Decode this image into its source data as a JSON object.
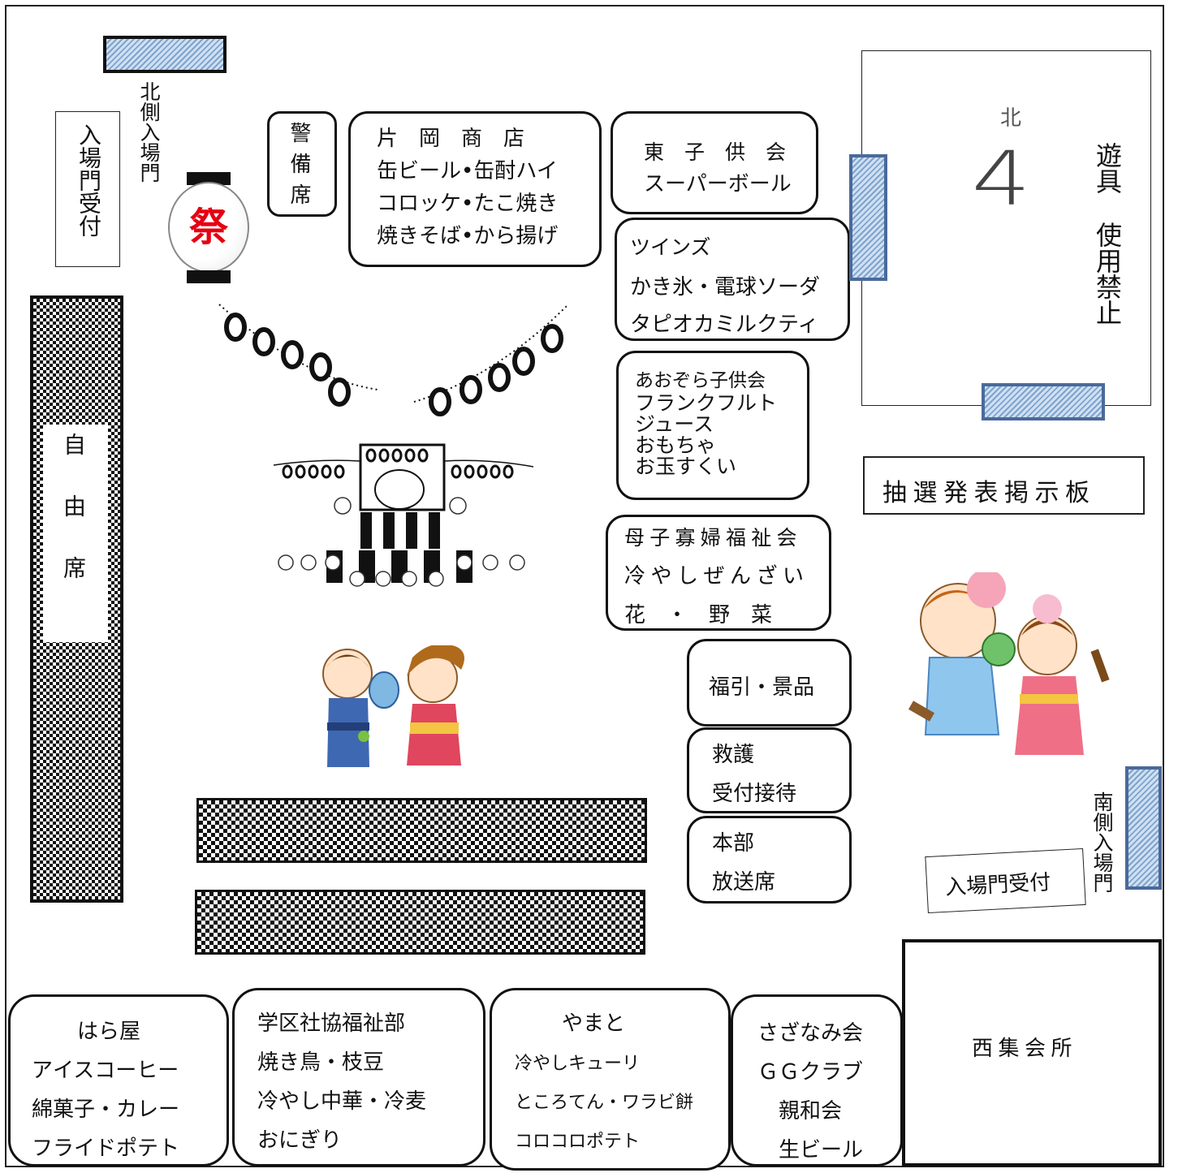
{
  "north_gate": {
    "label": "北側入場門"
  },
  "north_reception": {
    "label": "入場門受付"
  },
  "lantern": {
    "label": "祭"
  },
  "free_seats": {
    "label": "自由席"
  },
  "security": {
    "label": "警備席"
  },
  "booths": {
    "kataoka": {
      "name": "片　岡　商　店",
      "items": [
        "缶ビール•缶酎ハイ",
        "コロッケ•たこ焼き",
        "焼きそば•から揚げ"
      ]
    },
    "higashi": {
      "name": "東　子　供　会",
      "items": [
        "スーパーボール"
      ]
    },
    "twins": {
      "name": "ツインズ",
      "items": [
        "かき氷・電球ソーダ",
        "タピオカミルクティ"
      ]
    },
    "aozora": {
      "name": "あおぞら子供会",
      "items": [
        "フランクフルト",
        "ジュース",
        "おもちゃ",
        "お玉すくい"
      ]
    },
    "boshi": {
      "name": "母子寡婦福祉会",
      "items": [
        "冷やしぜんざい",
        "花　・　野　菜"
      ]
    },
    "fukubiki": {
      "name": "福引・景品"
    },
    "first_aid": {
      "lines": [
        "救護",
        "受付接待"
      ]
    },
    "hq": {
      "lines": [
        "本部",
        "放送席"
      ]
    },
    "haraya": {
      "name": "はら屋",
      "items": [
        "アイスコーヒー",
        "綿菓子・カレー",
        "フライドポテト"
      ]
    },
    "gakku": {
      "name": "学区社協福祉部",
      "items": [
        "焼き鳥・枝豆",
        "冷やし中華・冷麦",
        "おにぎり"
      ]
    },
    "yamato": {
      "name": "やまと",
      "items": [
        "冷やしキューリ",
        "ところてん・ワラビ餅",
        "コロコロポテト"
      ]
    },
    "sazanami": {
      "name": "さざなみ会",
      "items": [
        "ＧＧクラブ",
        "親和会",
        "生ビール"
      ]
    }
  },
  "play_area": {
    "compass": "北",
    "compass_glyph": "4",
    "label_top": "遊具",
    "label_bottom": "使用禁止"
  },
  "lottery_board": {
    "label": "抽選発表掲示板"
  },
  "south_gate": {
    "label": "南側入場門"
  },
  "south_reception": {
    "label": "入場門受付"
  },
  "hall": {
    "label": "西集会所"
  }
}
